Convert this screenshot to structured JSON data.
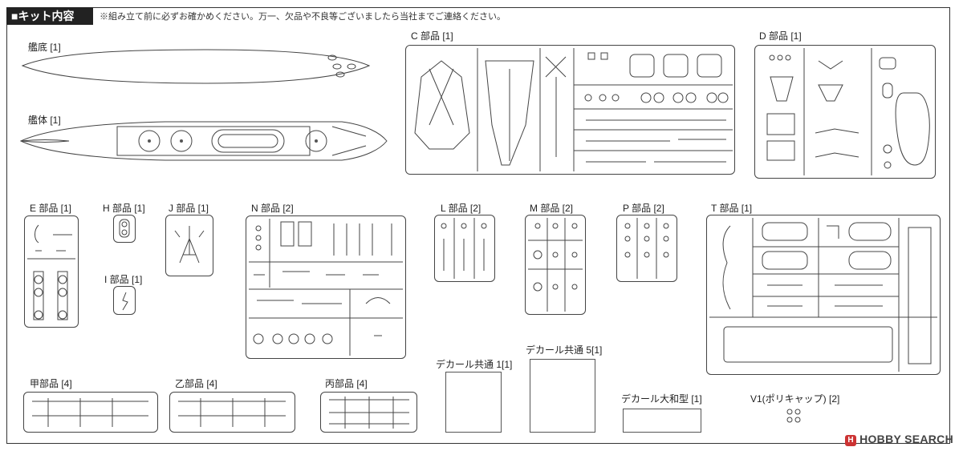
{
  "header": {
    "title": "■キット内容",
    "note": "※組み立て前に必ずお確かめください。万一、欠品や不良等ございましたら当社までご連絡ください。"
  },
  "labels": {
    "hull_bottom": "艦底 [1]",
    "hull": "艦体 [1]",
    "c": "C 部品 [1]",
    "d": "D 部品 [1]",
    "e": "E 部品 [1]",
    "h": "H 部品 [1]",
    "j": "J 部品 [1]",
    "i": "I 部品 [1]",
    "n": "N 部品 [2]",
    "l": "L 部品 [2]",
    "m": "M 部品 [2]",
    "p": "P 部品 [2]",
    "t": "T 部品 [1]",
    "kou": "甲部品 [4]",
    "otsu": "乙部品 [4]",
    "hei": "丙部品 [4]",
    "decal1": "デカール共通 1[1]",
    "decal5": "デカール共通 5[1]",
    "decal_yamato": "デカール大和型 [1]",
    "polycap": "V1(ポリキャップ) [2]"
  },
  "watermark": {
    "brand": "HOBBY SEARCH",
    "mark": "H"
  },
  "colors": {
    "line": "#444444",
    "header_bg": "#222222"
  }
}
